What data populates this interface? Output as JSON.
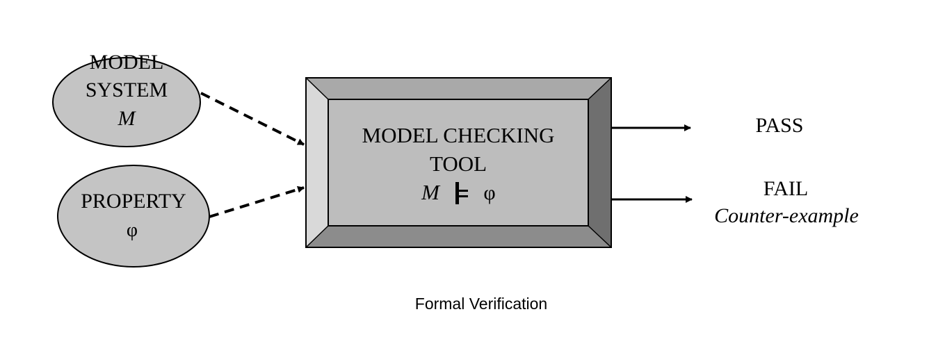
{
  "diagram": {
    "model_node": {
      "line1": "MODEL",
      "line2": "SYSTEM",
      "line3": "M"
    },
    "property_node": {
      "line1": "PROPERTY",
      "line2": "φ"
    },
    "tool_node": {
      "line1": "MODEL CHECKING",
      "line2": "TOOL",
      "formula_m": "M",
      "formula_phi": "φ"
    },
    "pass_output": "PASS",
    "fail_output": "FAIL",
    "fail_detail": "Counter-example",
    "caption": "Formal Verification"
  },
  "colors": {
    "node_fill": "#c4c4c4",
    "tool_face": "#bdbdbd",
    "bevel_top": "#a9a9a9",
    "bevel_left": "#d9d9d9",
    "bevel_right": "#6f6f6f",
    "bevel_bottom": "#8c8c8c",
    "stroke": "#000000"
  }
}
